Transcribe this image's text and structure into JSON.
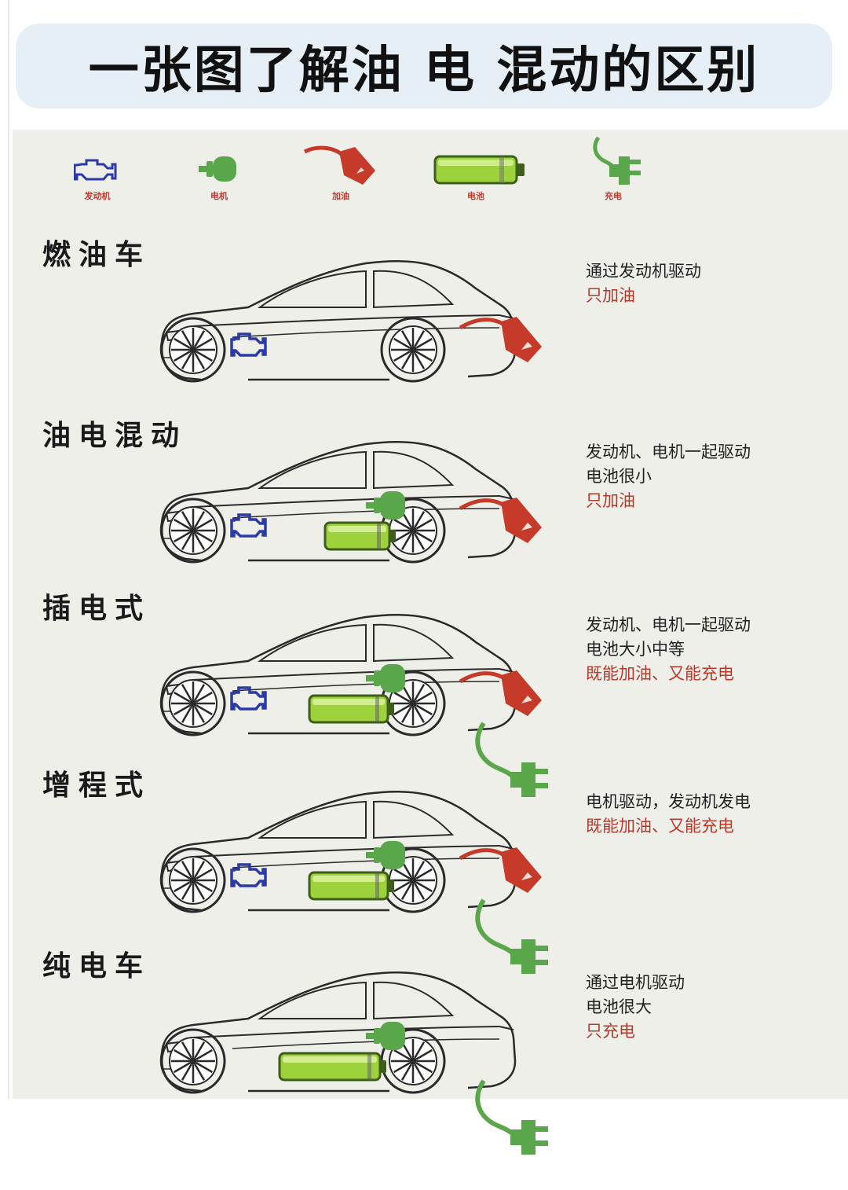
{
  "title": "一张图了解油 电 混动的区别",
  "colors": {
    "engine": "#2b3aa6",
    "motor": "#5aa64a",
    "fuel": "#c53a28",
    "battery": "#9ed23c",
    "plug": "#5aa64a",
    "highlight_text": "#b8392a"
  },
  "legend": [
    {
      "icon": "engine-icon",
      "label": "发动机"
    },
    {
      "icon": "motor-icon",
      "label": "电机"
    },
    {
      "icon": "fuel-nozzle-icon",
      "label": "加油"
    },
    {
      "icon": "battery-icon",
      "label": "电池"
    },
    {
      "icon": "charge-plug-icon",
      "label": "充电"
    }
  ],
  "rows": [
    {
      "name": "燃油车",
      "lines": [
        "通过发动机驱动"
      ],
      "highlight": [
        "只加油"
      ],
      "components": {
        "engine": true,
        "motor": false,
        "battery": "none",
        "fuel": true,
        "plug": false
      }
    },
    {
      "name": "油电混动",
      "lines": [
        "发动机、电机一起驱动",
        "电池很小"
      ],
      "highlight": [
        "只加油"
      ],
      "components": {
        "engine": true,
        "motor": true,
        "battery": "small",
        "fuel": true,
        "plug": false
      }
    },
    {
      "name": "插电式",
      "lines": [
        "发动机、电机一起驱动",
        "电池大小中等"
      ],
      "highlight": [
        "既能加油、又能充电"
      ],
      "components": {
        "engine": true,
        "motor": true,
        "battery": "medium",
        "fuel": true,
        "plug": true
      }
    },
    {
      "name": "增程式",
      "lines": [
        "电机驱动，发动机发电"
      ],
      "highlight": [
        "既能加油、又能充电"
      ],
      "components": {
        "engine": true,
        "motor": true,
        "battery": "medium",
        "fuel": true,
        "plug": true
      }
    },
    {
      "name": "纯电车",
      "lines": [
        "通过电机驱动",
        "电池很大"
      ],
      "highlight": [
        "只充电"
      ],
      "components": {
        "engine": false,
        "motor": true,
        "battery": "large",
        "fuel": false,
        "plug": true
      }
    }
  ]
}
